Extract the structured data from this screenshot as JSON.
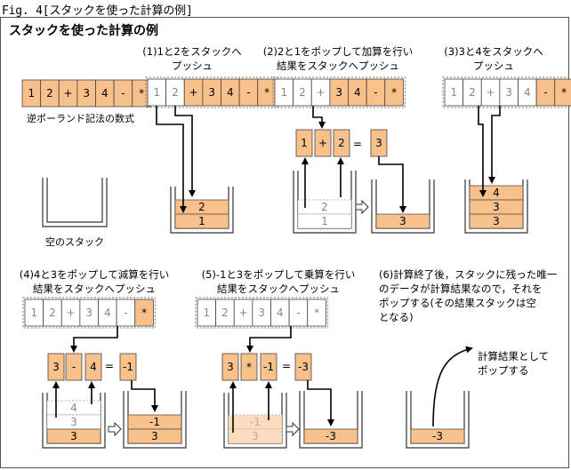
{
  "figure_caption": "Fig. 4[スタックを使った計算の例]",
  "heading": "スタックを使った計算の例",
  "rpn": {
    "tokens": [
      "1",
      "2",
      "+",
      "3",
      "4",
      "-",
      "*"
    ],
    "caption": "逆ポーランド記法の数式"
  },
  "empty_stack_caption": "空のスタック",
  "steps": [
    {
      "label_line1": "(1)1と2をスタックへ",
      "label_line2": "プッシュ",
      "stack": [
        "2",
        "1"
      ]
    },
    {
      "label_line1": "(2)2と1をポップして加算を行い",
      "label_line2": "結果をスタックへプッシュ",
      "operand_a": "1",
      "operator": "+",
      "operand_b": "2",
      "equals": "=",
      "result": "3",
      "ghost_stack": [
        "2",
        "1"
      ],
      "stack": [
        "3"
      ]
    },
    {
      "label_line1": "(3)3と4をスタックへ",
      "label_line2": "プッシュ",
      "stack": [
        "4",
        "3",
        "3"
      ]
    },
    {
      "label_line1": "(4)4と3をポップして減算を行い",
      "label_line2": "結果をスタックへプッシュ",
      "operand_a": "3",
      "operator": "-",
      "operand_b": "4",
      "equals": "=",
      "result": "-1",
      "ghost_stack": [
        "4",
        "3",
        "3"
      ],
      "stack": [
        "-1",
        "3"
      ]
    },
    {
      "label_line1": "(5)-1と3をポップして乗算を行い",
      "label_line2": "結果をスタックへプッシュ",
      "operand_a": "3",
      "operator": "*",
      "operand_b": "-1",
      "equals": "=",
      "result": "-3",
      "ghost_stack": [
        "-1",
        "3"
      ],
      "stack": [
        "-3"
      ]
    },
    {
      "label_line1": "(6)計算終了後，スタックに残った唯一",
      "label_line2": "のデータが計算結果なので，それを",
      "label_line3": "ポップする(その結果スタックは空",
      "label_line4": "となる)",
      "pop_label_line1": "計算結果として",
      "pop_label_line2": "ポップする",
      "stack": [
        "-3"
      ]
    }
  ],
  "colors": {
    "orange": "#f8c08a",
    "border": "#444444",
    "ghost_text": "#888888"
  }
}
